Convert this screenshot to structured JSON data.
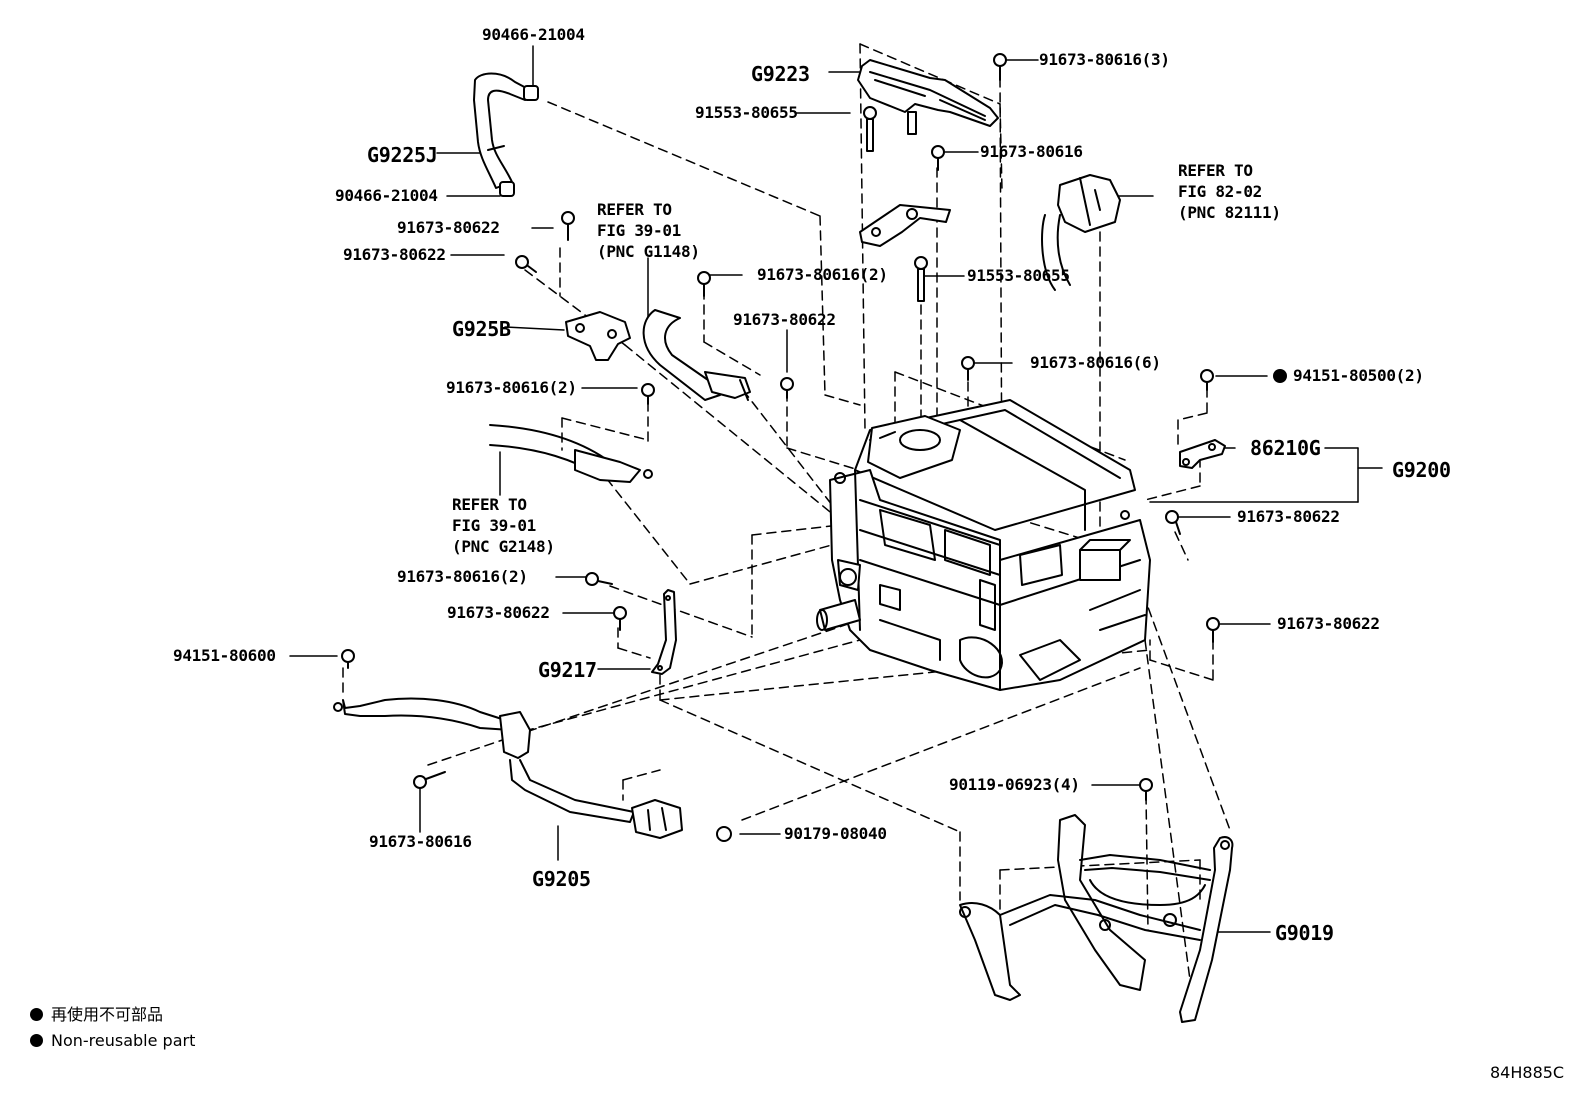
{
  "labels": {
    "p90466_top": "90466-21004",
    "g9223": "G9223",
    "p91673_80616_3": "91673-80616(3)",
    "p91553_80655_a": "91553-80655",
    "g9225j": "G9225J",
    "p91673_80616_a": "91673-80616",
    "p90466_bot": "90466-21004",
    "refer_82": "REFER TO\nFIG 82-02\n(PNC 82111)",
    "p91673_80622_a": "91673-80622",
    "refer_39a": "REFER TO\nFIG 39-01\n(PNC G1148)",
    "p91673_80622_b": "91673-80622",
    "p91673_80616_2a": "91673-80616(2)",
    "p91553_80655_b": "91553-80655",
    "g925b": "G925B",
    "p91673_80622_c": "91673-80622",
    "p91673_80616_6": "91673-80616(6)",
    "p94151_80500": "94151-80500(2)",
    "p91673_80616_2b": "91673-80616(2)",
    "p86210g": "86210G",
    "g9200": "G9200",
    "refer_39b": "REFER TO\nFIG 39-01\n(PNC G2148)",
    "p91673_80622_d": "91673-80622",
    "p91673_80616_2c": "91673-80616(2)",
    "p91673_80622_e": "91673-80622",
    "p91673_80622_f": "91673-80622",
    "p94151_80600": "94151-80600",
    "g9217": "G9217",
    "p90119": "90119-06923(4)",
    "p90179": "90179-08040",
    "p91673_80616_b": "91673-80616",
    "g9205": "G9205",
    "g9019": "G9019"
  },
  "legend": {
    "jp": "再使用不可部品",
    "en": "Non-reusable part"
  },
  "figure_code": "84H885C"
}
